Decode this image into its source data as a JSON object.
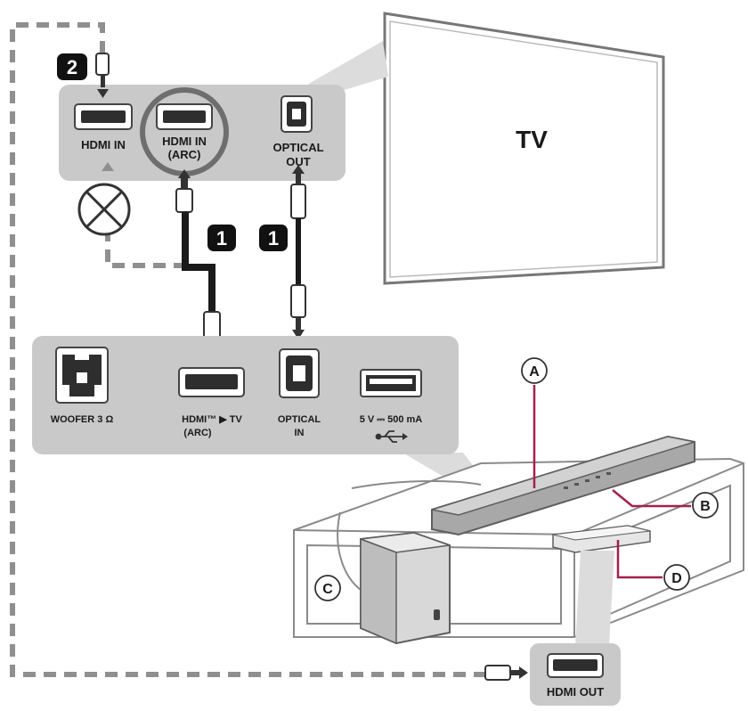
{
  "tv": {
    "label": "TV"
  },
  "step_badges": {
    "hdmi_step": "2",
    "arc_step": "1",
    "optical_step": "1"
  },
  "tv_panel": {
    "hdmi_in": "HDMI IN",
    "hdmi_arc_line1": "HDMI IN",
    "hdmi_arc_line2": "(ARC)",
    "optical_out_line1": "OPTICAL",
    "optical_out_line2": "OUT"
  },
  "soundbar_panel": {
    "woofer": "WOOFER 3 Ω",
    "hdmi_tv_line1": "HDMI™ ▶ TV",
    "hdmi_tv_line2": "(ARC)",
    "optical_in_line1": "OPTICAL",
    "optical_in_line2": "IN",
    "usb_power": "5 V ⎓ 500 mA"
  },
  "callouts": {
    "a": "A",
    "b": "B",
    "c": "C",
    "d": "D"
  },
  "device": {
    "hdmi_out": "HDMI OUT"
  },
  "colors": {
    "panel": "#c9c9c9",
    "cable": "#1a1a1a",
    "dashed": "#8f8f8f",
    "callout_line": "#a3204a"
  }
}
